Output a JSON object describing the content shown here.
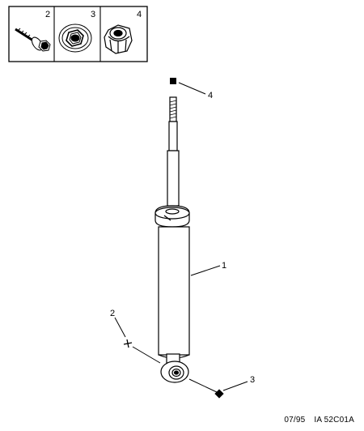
{
  "legend": {
    "cells": [
      {
        "number": "2",
        "icon": "bolt-icon"
      },
      {
        "number": "3",
        "icon": "washer-icon"
      },
      {
        "number": "4",
        "icon": "nut-icon"
      }
    ]
  },
  "callouts": {
    "shock": "1",
    "bolt": "2",
    "washer": "3",
    "nut": "4"
  },
  "footer": {
    "date": "07/95",
    "code": "IA 52C01A"
  }
}
